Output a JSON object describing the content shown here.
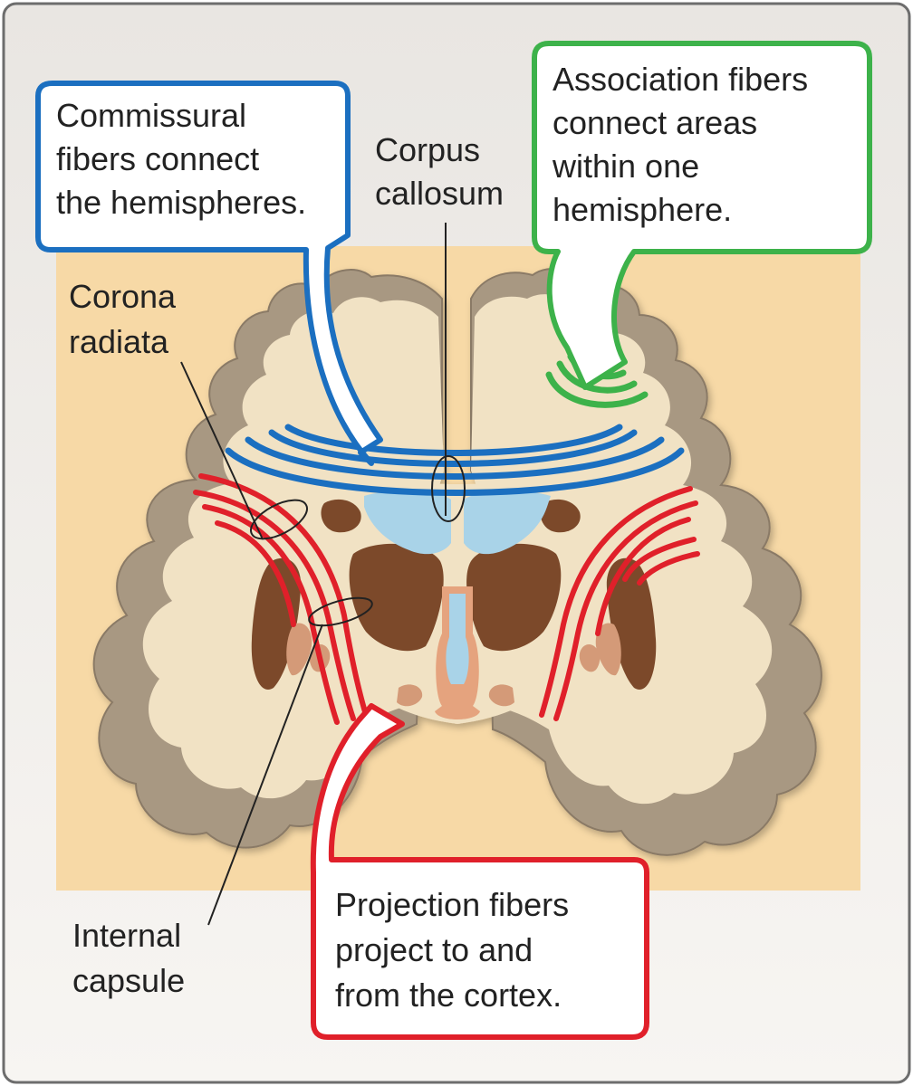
{
  "callouts": {
    "commissural": {
      "lines": [
        "Commissural",
        "fibers connect",
        "the hemispheres."
      ],
      "color": "#1b6fc0"
    },
    "association": {
      "lines": [
        "Association fibers",
        "connect areas",
        "within one",
        "hemisphere."
      ],
      "color": "#3db24a"
    },
    "projection": {
      "lines": [
        "Projection fibers",
        "project to and",
        "from the cortex."
      ],
      "color": "#e0202a"
    }
  },
  "labels": {
    "corpus_callosum": [
      "Corpus",
      "callosum"
    ],
    "corona_radiata": [
      "Corona",
      "radiata"
    ],
    "internal_capsule": [
      "Internal",
      "capsule"
    ]
  },
  "colors": {
    "background_panel": "#f7d9a6",
    "white_matter": "#f1e2c4",
    "gray_matter": "#a89882",
    "basal_nuclei": "#7b4a2c",
    "ventricles": "#a9d3e8",
    "commissural": "#1b6fc0",
    "association": "#3db24a",
    "projection": "#e0202a"
  }
}
